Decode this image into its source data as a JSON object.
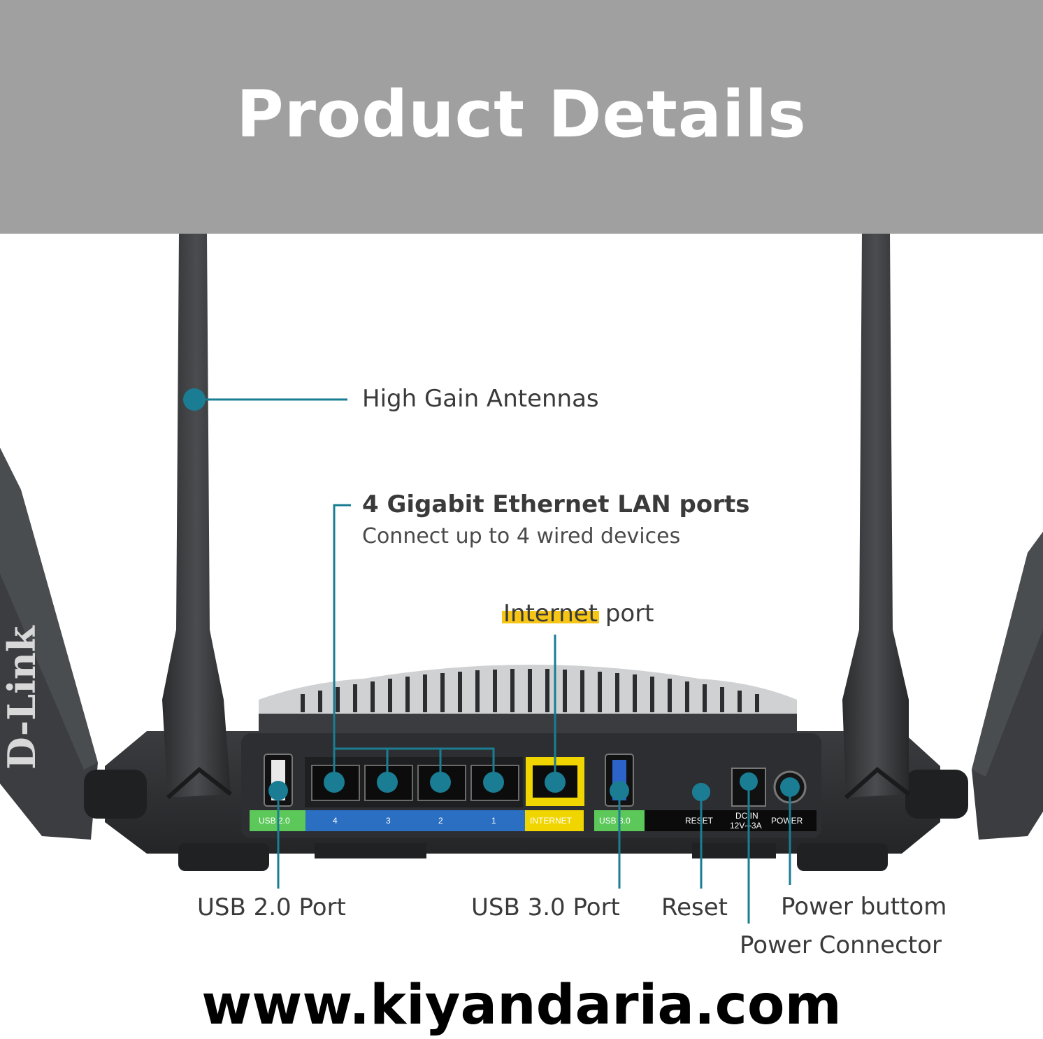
{
  "banner": {
    "title": "Product Details",
    "color": "#a0a0a0"
  },
  "callouts": {
    "antennas": "High Gain Antennas",
    "lan_title": "4 Gigabit Ethernet LAN ports",
    "lan_subtitle": "Connect up to 4 wired devices",
    "internet_highlight": "Internet",
    "internet_rest": " port",
    "usb2": "USB 2.0 Port",
    "usb3": "USB 3.0 Port",
    "reset": "Reset",
    "power_button": "Power buttom",
    "power_connector": "Power Connector"
  },
  "panel_labels": {
    "usb2": "USB 2.0",
    "lan4": "4",
    "lan3": "3",
    "lan2": "2",
    "lan1": "1",
    "internet": "INTERNET",
    "usb3": "USB 3.0",
    "reset": "RESET",
    "dcin_1": "DC IN",
    "dcin_2": "12V⎓3A",
    "power": "POWER"
  },
  "brand": {
    "logo": "D-Link"
  },
  "website": "www.kiyandaria.com",
  "colors": {
    "accent": "#1a7d94",
    "highlight": "#f6c515",
    "usb_green": "#5cc85a",
    "lan_blue": "#2a6fc2",
    "internet_yellow": "#f0d500"
  }
}
